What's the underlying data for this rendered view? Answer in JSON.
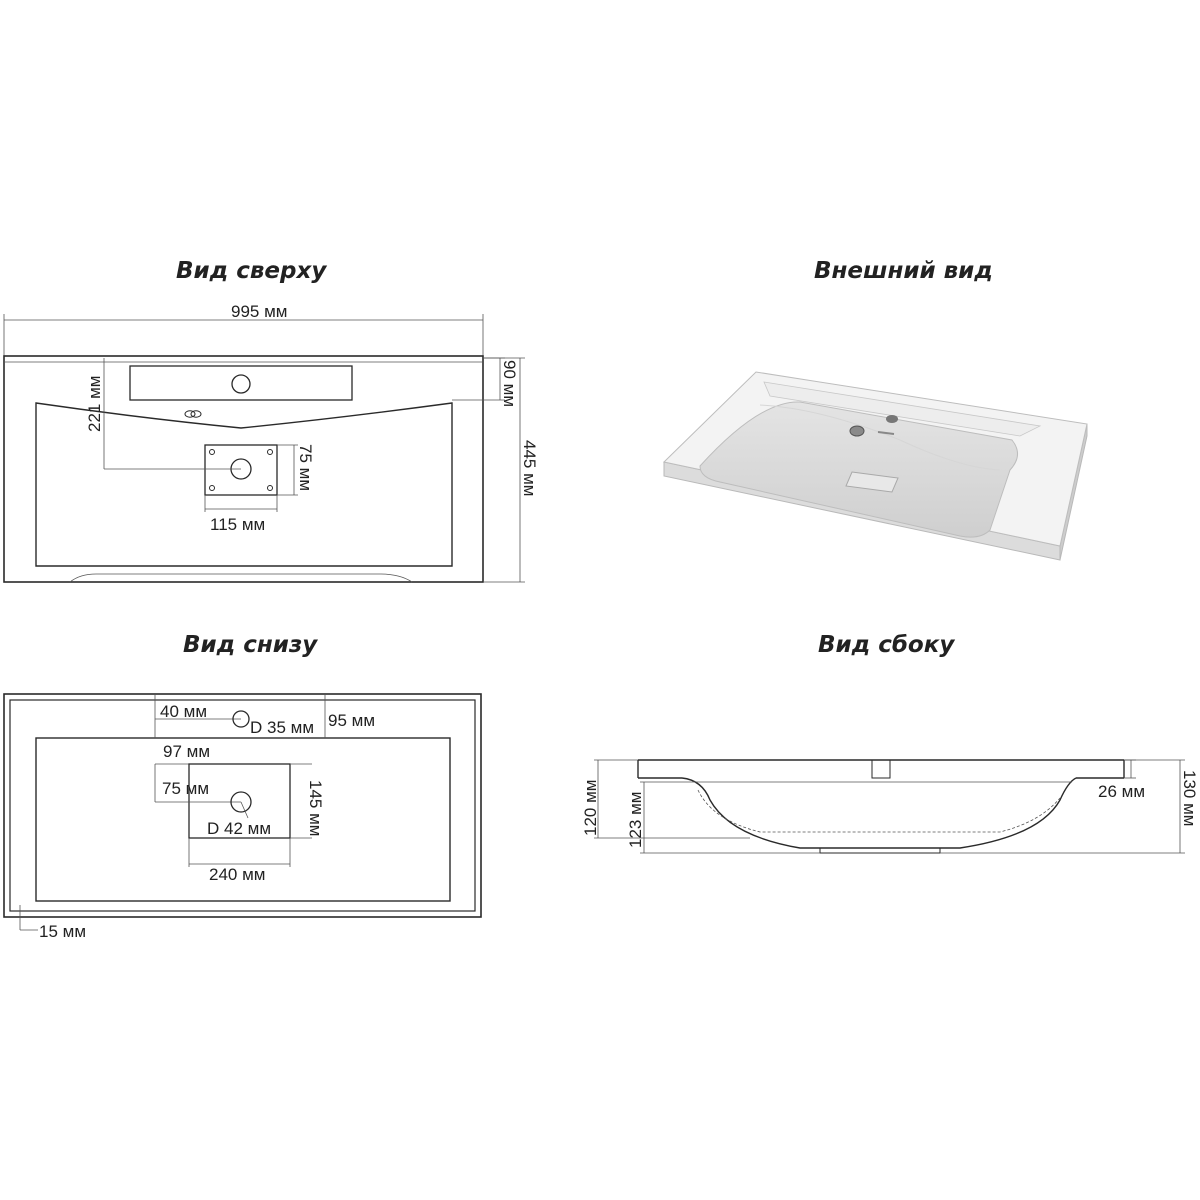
{
  "titles": {
    "top_view": "Вид сверху",
    "exterior_view": "Внешний вид",
    "bottom_view": "Вид снизу",
    "side_view": "Вид сбоку"
  },
  "top_view": {
    "width": "995 мм",
    "depth": "445 мм",
    "back_ledge": "90 мм",
    "drain_offset": "221 мм",
    "bracket_width": "115 мм",
    "bracket_height": "75 мм"
  },
  "bottom_view": {
    "tap_offset": "40 мм",
    "tap_diameter": "D 35 мм",
    "tap_block": "95 мм",
    "drain_x": "97 мм",
    "drain_y": "75 мм",
    "drain_diameter": "D 42 мм",
    "drain_block_height": "145 мм",
    "drain_block_width": "240 мм",
    "rim": "15 мм"
  },
  "side_view": {
    "height_left": "120 мм",
    "bowl_depth": "123 мм",
    "rim_thickness": "26 мм",
    "total_height": "130 мм"
  }
}
